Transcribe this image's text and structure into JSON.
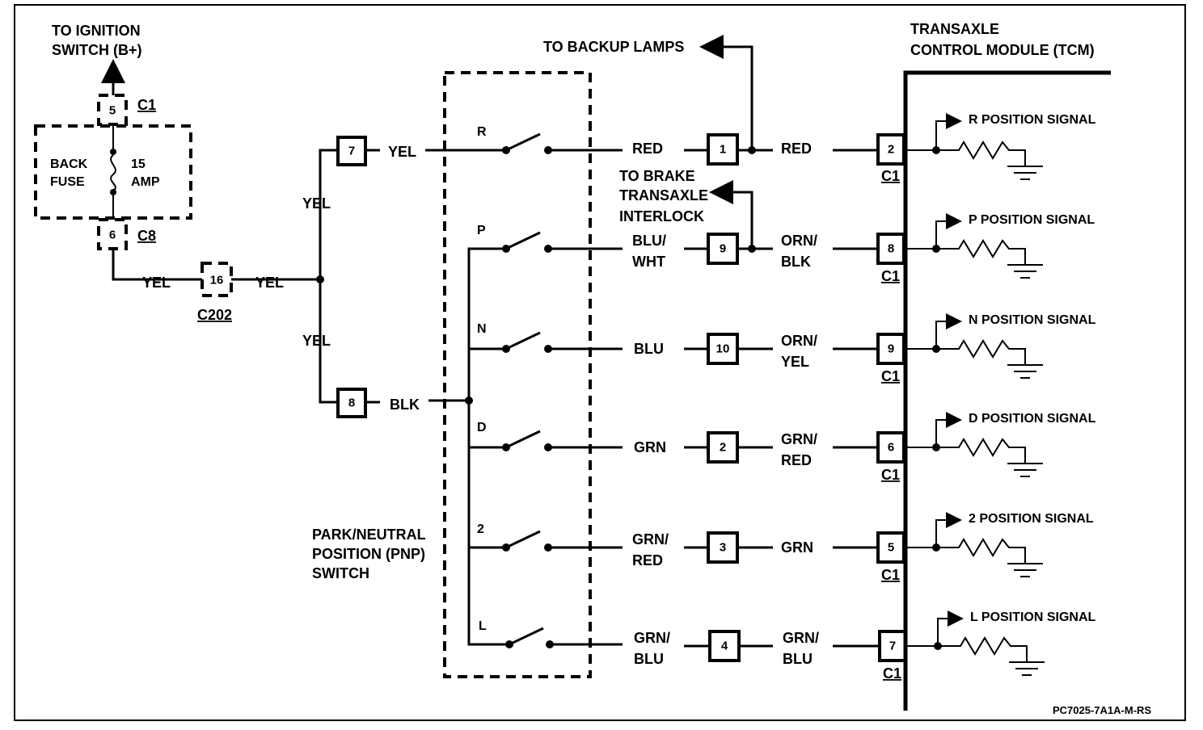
{
  "ignition_label": [
    "TO IGNITION",
    "SWITCH (B+)"
  ],
  "fuse": {
    "name": [
      "BACK",
      "FUSE"
    ],
    "rating": [
      "15",
      "AMP"
    ],
    "top_pin": "5",
    "top_conn": "C1",
    "bottom_pin": "6",
    "bottom_conn": "C8"
  },
  "splice": {
    "pin": "16",
    "conn": "C202"
  },
  "feed_wires": {
    "left": "YEL",
    "right": "YEL",
    "up": "YEL",
    "down": "YEL"
  },
  "pnp_inputs": [
    {
      "pin": "7",
      "wire": "YEL"
    },
    {
      "pin": "8",
      "wire": "BLK"
    }
  ],
  "pnp_switch_label": [
    "PARK/NEUTRAL",
    "POSITION (PNP)",
    "SWITCH"
  ],
  "backup_lamps_label": "TO BACKUP LAMPS",
  "brake_label": [
    "TO BRAKE",
    "TRANSAXLE",
    "INTERLOCK"
  ],
  "tcm_label": [
    "TRANSAXLE",
    "CONTROL MODULE (TCM)"
  ],
  "circuits": [
    {
      "position": "R",
      "wire_in": [
        "RED"
      ],
      "pin": "1",
      "wire_out": [
        "RED"
      ],
      "tcm_pin": "2",
      "conn": "C1",
      "signal": "R POSITION SIGNAL"
    },
    {
      "position": "P",
      "wire_in": [
        "BLU/",
        "WHT"
      ],
      "pin": "9",
      "wire_out": [
        "ORN/",
        "BLK"
      ],
      "tcm_pin": "8",
      "conn": "C1",
      "signal": "P POSITION SIGNAL"
    },
    {
      "position": "N",
      "wire_in": [
        "BLU"
      ],
      "pin": "10",
      "wire_out": [
        "ORN/",
        "YEL"
      ],
      "tcm_pin": "9",
      "conn": "C1",
      "signal": "N POSITION SIGNAL"
    },
    {
      "position": "D",
      "wire_in": [
        "GRN"
      ],
      "pin": "2",
      "wire_out": [
        "GRN/",
        "RED"
      ],
      "tcm_pin": "6",
      "conn": "C1",
      "signal": "D POSITION SIGNAL"
    },
    {
      "position": "2",
      "wire_in": [
        "GRN/",
        "RED"
      ],
      "pin": "3",
      "wire_out": [
        "GRN"
      ],
      "tcm_pin": "5",
      "conn": "C1",
      "signal": "2 POSITION SIGNAL"
    },
    {
      "position": "L",
      "wire_in": [
        "GRN/",
        "BLU"
      ],
      "pin": "4",
      "wire_out": [
        "GRN/",
        "BLU"
      ],
      "tcm_pin": "7",
      "conn": "C1",
      "signal": "L POSITION SIGNAL"
    }
  ],
  "figure_code": "PC7025-7A1A-M-RS"
}
